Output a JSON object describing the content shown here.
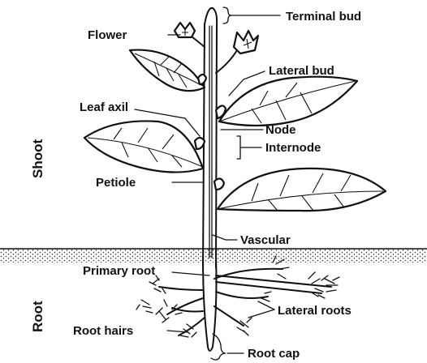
{
  "section_labels": {
    "shoot": "Shoot",
    "root": "Root"
  },
  "labels": {
    "terminal_bud": "Terminal bud",
    "flower": "Flower",
    "lateral_bud": "Lateral bud",
    "leaf_axil": "Leaf axil",
    "node": "Node",
    "internode": "Internode",
    "petiole": "Petiole",
    "vascular": "Vascular",
    "primary_root": "Primary root",
    "lateral_roots": "Lateral roots",
    "root_hairs": "Root hairs",
    "root_cap": "Root cap"
  }
}
